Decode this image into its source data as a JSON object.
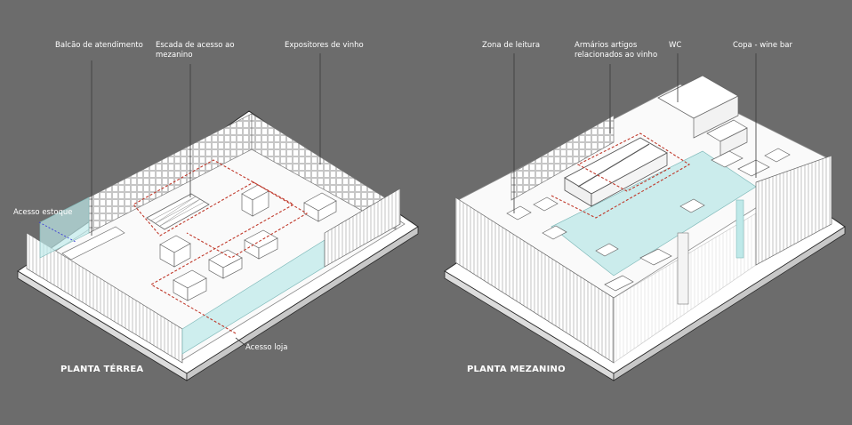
{
  "colors": {
    "background": "#6c6c6c",
    "text": "#ffffff",
    "circulation_path": "#c0392b",
    "glass": "#bfe9e9",
    "model_white": "#ffffff",
    "line": "#555555"
  },
  "plans": [
    {
      "id": "ground",
      "title": "PLANTA TÉRREA",
      "labels": {
        "balcao": "Balcão de atendimento",
        "escada_1": "Escada de acesso ao",
        "escada_2": "mezanino",
        "expositores": "Expositores de vinho",
        "estoque": "Acesso estoque",
        "loja": "Acesso loja"
      }
    },
    {
      "id": "mezzanine",
      "title": "PLANTA MEZANINO",
      "labels": {
        "leitura": "Zona de leitura",
        "armarios_1": "Armários artigos",
        "armarios_2": "relacionados ao vinho",
        "wc": "WC",
        "copa": "Copa - wine bar"
      }
    }
  ]
}
